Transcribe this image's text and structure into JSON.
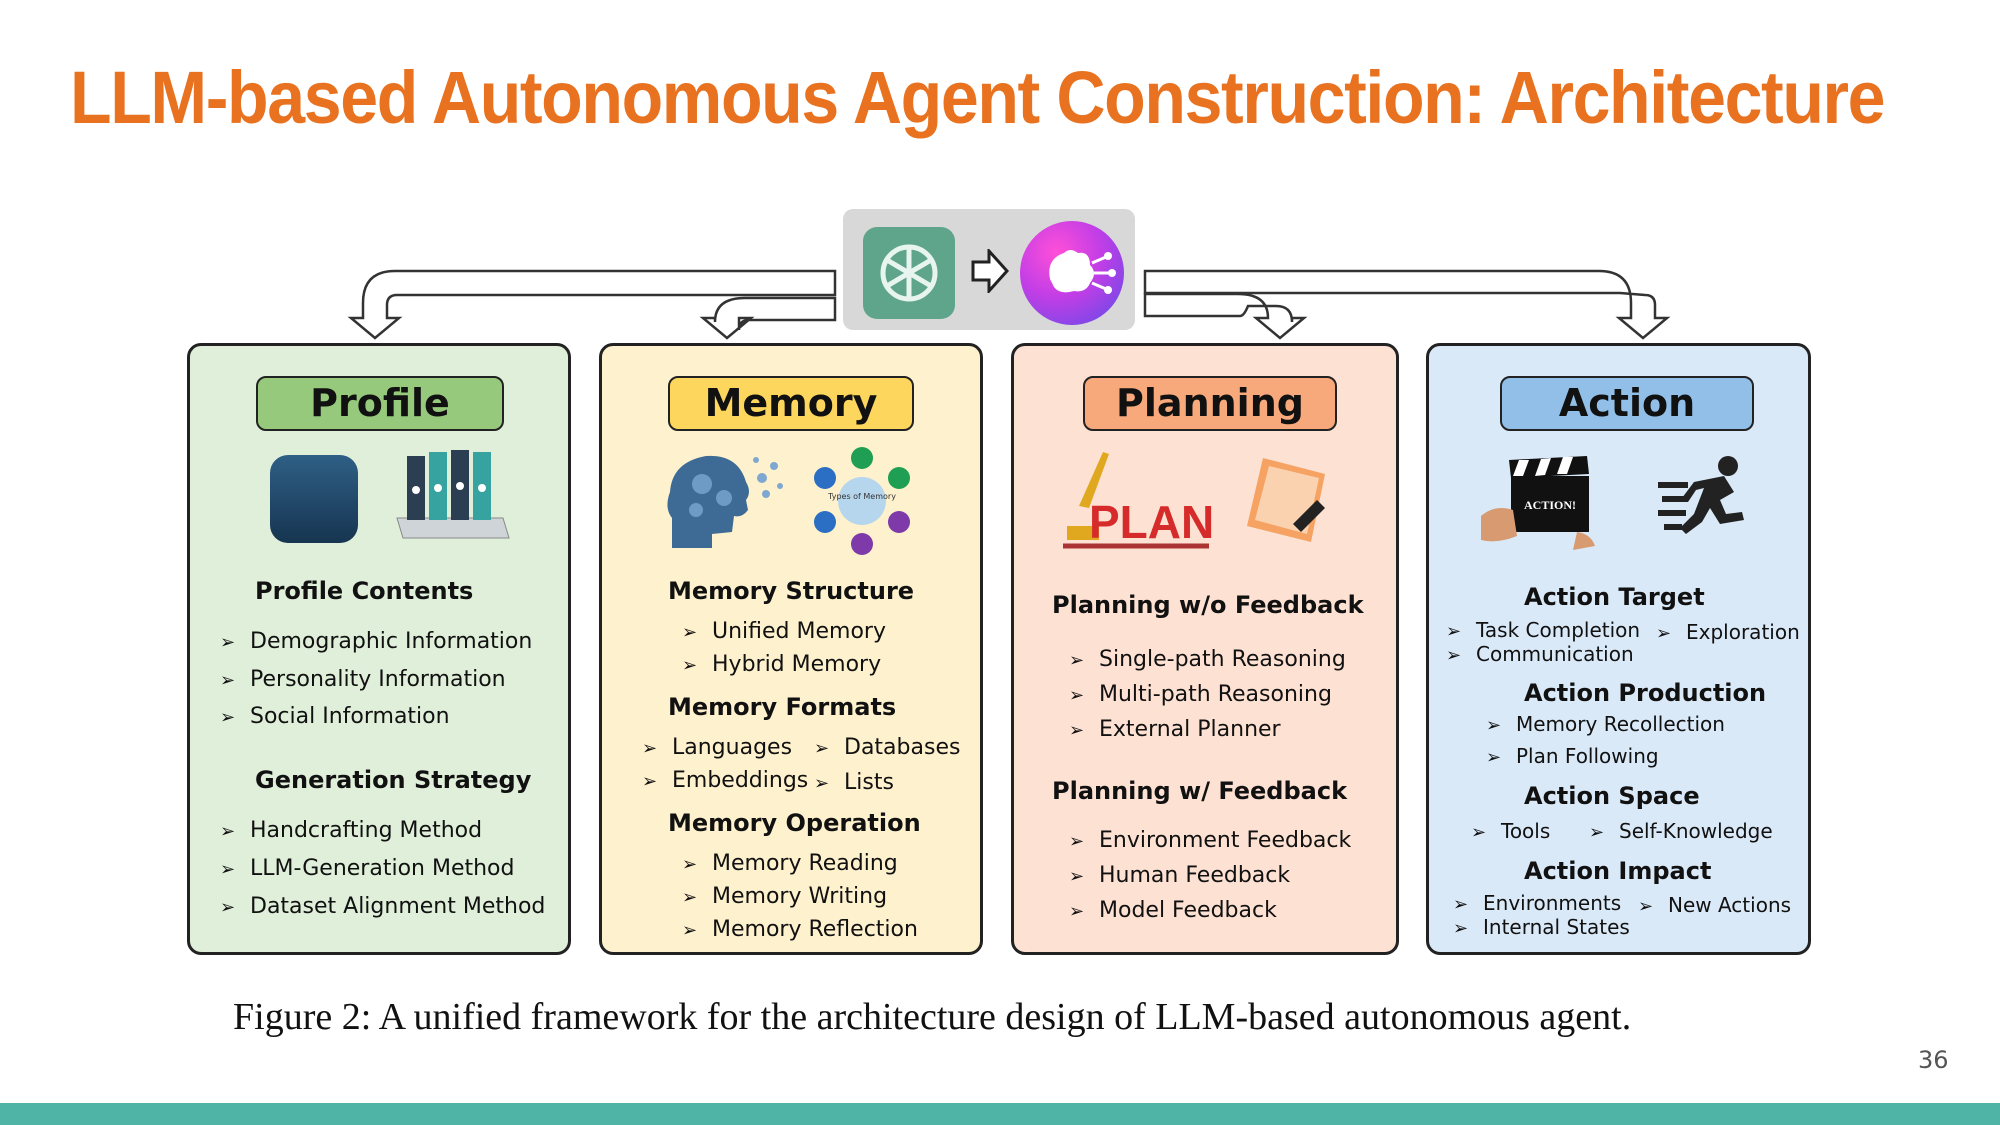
{
  "title": "LLM-based Autonomous Agent Construction: Architecture",
  "panels": {
    "profile": {
      "title": "Profile",
      "sections": [
        {
          "heading": "Profile Contents",
          "items": [
            "Demographic Information",
            "Personality Information",
            "Social Information"
          ]
        },
        {
          "heading": "Generation Strategy",
          "items": [
            "Handcrafting Method",
            "LLM-Generation Method",
            "Dataset  Alignment Method"
          ]
        }
      ]
    },
    "memory": {
      "title": "Memory",
      "types_label": "Types of Memory",
      "sections": [
        {
          "heading": "Memory Structure",
          "items": [
            "Unified Memory",
            "Hybrid Memory"
          ]
        },
        {
          "heading": "Memory Formats",
          "items": [
            "Languages",
            "Databases",
            "Embeddings",
            "Lists"
          ]
        },
        {
          "heading": "Memory Operation",
          "items": [
            "Memory Reading",
            "Memory Writing",
            "Memory Reflection"
          ]
        }
      ]
    },
    "planning": {
      "title": "Planning",
      "plan_word": "PLAN",
      "sections": [
        {
          "heading": "Planning w/o Feedback",
          "items": [
            "Single-path Reasoning",
            "Multi-path Reasoning",
            "External Planner"
          ]
        },
        {
          "heading": "Planning w/ Feedback",
          "items": [
            "Environment Feedback",
            "Human Feedback",
            "Model Feedback"
          ]
        }
      ]
    },
    "action": {
      "title": "Action",
      "clapper_text": "ACTION!",
      "sections": [
        {
          "heading": "Action Target",
          "items": [
            "Task Completion",
            "Exploration",
            "Communication"
          ]
        },
        {
          "heading": "Action Production",
          "items": [
            "Memory Recollection",
            "Plan Following"
          ]
        },
        {
          "heading": "Action Space",
          "items": [
            "Tools",
            "Self-Knowledge"
          ]
        },
        {
          "heading": "Action Impact",
          "items": [
            "Environments",
            "New Actions",
            "Internal States"
          ]
        }
      ]
    }
  },
  "caption": "Figure 2:  A unified framework for the architecture design of LLM-based autonomous agent.",
  "page_number": "36",
  "colors": {
    "title": "#e8721f",
    "profile": "#e0efd9",
    "memory": "#fef1cd",
    "planning": "#fde1d3",
    "action": "#dae9f8",
    "footer": "#4fb3a5"
  }
}
